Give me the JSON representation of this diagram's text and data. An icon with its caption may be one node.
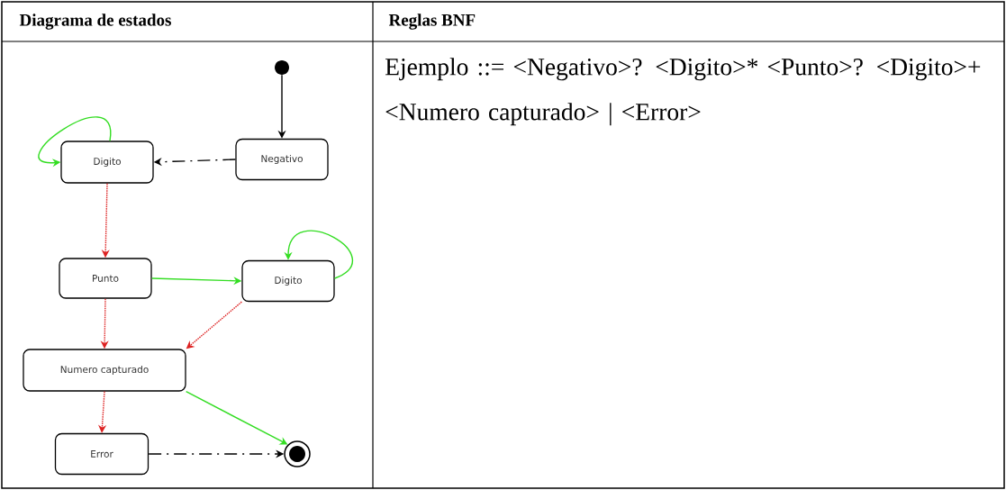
{
  "diagram": {
    "nodes": [
      {
        "text": [],
        "shape": "circle"
      },
      {
        "text": [
          "Digito"
        ]
      },
      {
        "text": [
          "Negativo"
        ]
      },
      {
        "text": [
          "Punto"
        ]
      },
      {
        "text": [
          "Digito"
        ]
      },
      {
        "text": [
          "Numero capturado"
        ]
      },
      {
        "text": [
          "Error"
        ]
      },
      {
        "text": [],
        "shape": "circle"
      }
    ],
    "edges": [
      {
        "from": 0,
        "to": 2,
        "arrow": "to",
        "color": "#000000"
      },
      {
        "from": 2,
        "to": 1,
        "arrow": "to",
        "style": "dashed",
        "color": "#000000"
      },
      {
        "from": 1,
        "to": 1,
        "arrow": "to",
        "color": "#33dd22"
      },
      {
        "from": 1,
        "to": 3,
        "arrow": "to",
        "style": "dashed",
        "color": "#dd2222"
      },
      {
        "from": 3,
        "to": 4,
        "arrow": "to",
        "color": "#33dd22"
      },
      {
        "from": 4,
        "to": 4,
        "arrow": "to",
        "color": "#33dd22"
      },
      {
        "from": 3,
        "to": 5,
        "arrow": "to",
        "style": "dashed",
        "color": "#dd2222"
      },
      {
        "from": 4,
        "to": 5,
        "arrow": "to",
        "style": "dashed",
        "color": "#dd2222"
      },
      {
        "from": 5,
        "to": 7,
        "arrow": "to",
        "color": "#33dd22"
      },
      {
        "from": 5,
        "to": 6,
        "arrow": "to",
        "style": "dashed",
        "color": "#dd2222"
      },
      {
        "from": 6,
        "to": 7,
        "arrow": "to",
        "style": "dashed",
        "color": "#000000"
      }
    ],
    "labels": [
      "Diagrama de estados",
      "Reglas BNF",
      "Ejemplo ::= <Negativo>? <Digito>* <Punto>? <Digito>+ <Numero capturado> | <Error>"
    ]
  }
}
